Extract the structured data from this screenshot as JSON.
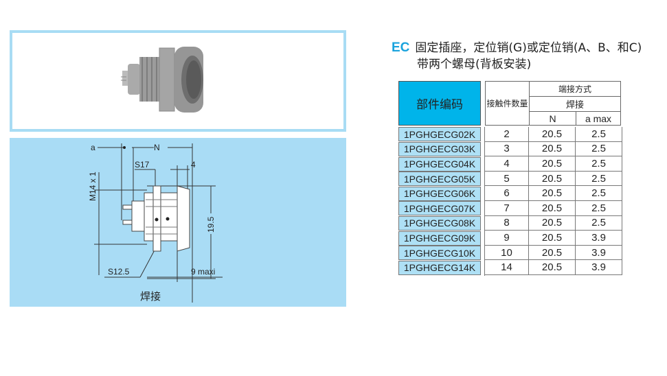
{
  "title": {
    "prefix": "EC",
    "line1": "固定插座，定位销(G)或定位销(A、B、和C)",
    "line2": "带两个螺母(背板安装)"
  },
  "diagram": {
    "label_a": "a",
    "label_n": "N",
    "label_s17": "S17",
    "label_4": "4",
    "label_m14": "M14 x 1",
    "label_195": "19.5",
    "label_s125": "S12.5",
    "label_9maxi": "9 maxi",
    "caption": "焊接"
  },
  "table": {
    "header_part": "部件编码",
    "header_contacts": "接触件数量",
    "header_termination": "端接方式",
    "header_solder": "焊接",
    "header_n": "N",
    "header_amax": "a max",
    "rows": [
      {
        "part": "1PGHGECG02K",
        "contacts": "2",
        "n": "20.5",
        "amax": "2.5"
      },
      {
        "part": "1PGHGECG03K",
        "contacts": "3",
        "n": "20.5",
        "amax": "2.5"
      },
      {
        "part": "1PGHGECG04K",
        "contacts": "4",
        "n": "20.5",
        "amax": "2.5"
      },
      {
        "part": "1PGHGECG05K",
        "contacts": "5",
        "n": "20.5",
        "amax": "2.5"
      },
      {
        "part": "1PGHGECG06K",
        "contacts": "6",
        "n": "20.5",
        "amax": "2.5"
      },
      {
        "part": "1PGHGECG07K",
        "contacts": "7",
        "n": "20.5",
        "amax": "2.5"
      },
      {
        "part": "1PGHGECG08K",
        "contacts": "8",
        "n": "20.5",
        "amax": "2.5"
      },
      {
        "part": "1PGHGECG09K",
        "contacts": "9",
        "n": "20.5",
        "amax": "3.9"
      },
      {
        "part": "1PGHGECG10K",
        "contacts": "10",
        "n": "20.5",
        "amax": "3.9"
      },
      {
        "part": "1PGHGECG14K",
        "contacts": "14",
        "n": "20.5",
        "amax": "3.9"
      }
    ]
  },
  "colors": {
    "accent": "#00b4ea",
    "light": "#aee0f5",
    "ec": "#1aa3dd"
  }
}
